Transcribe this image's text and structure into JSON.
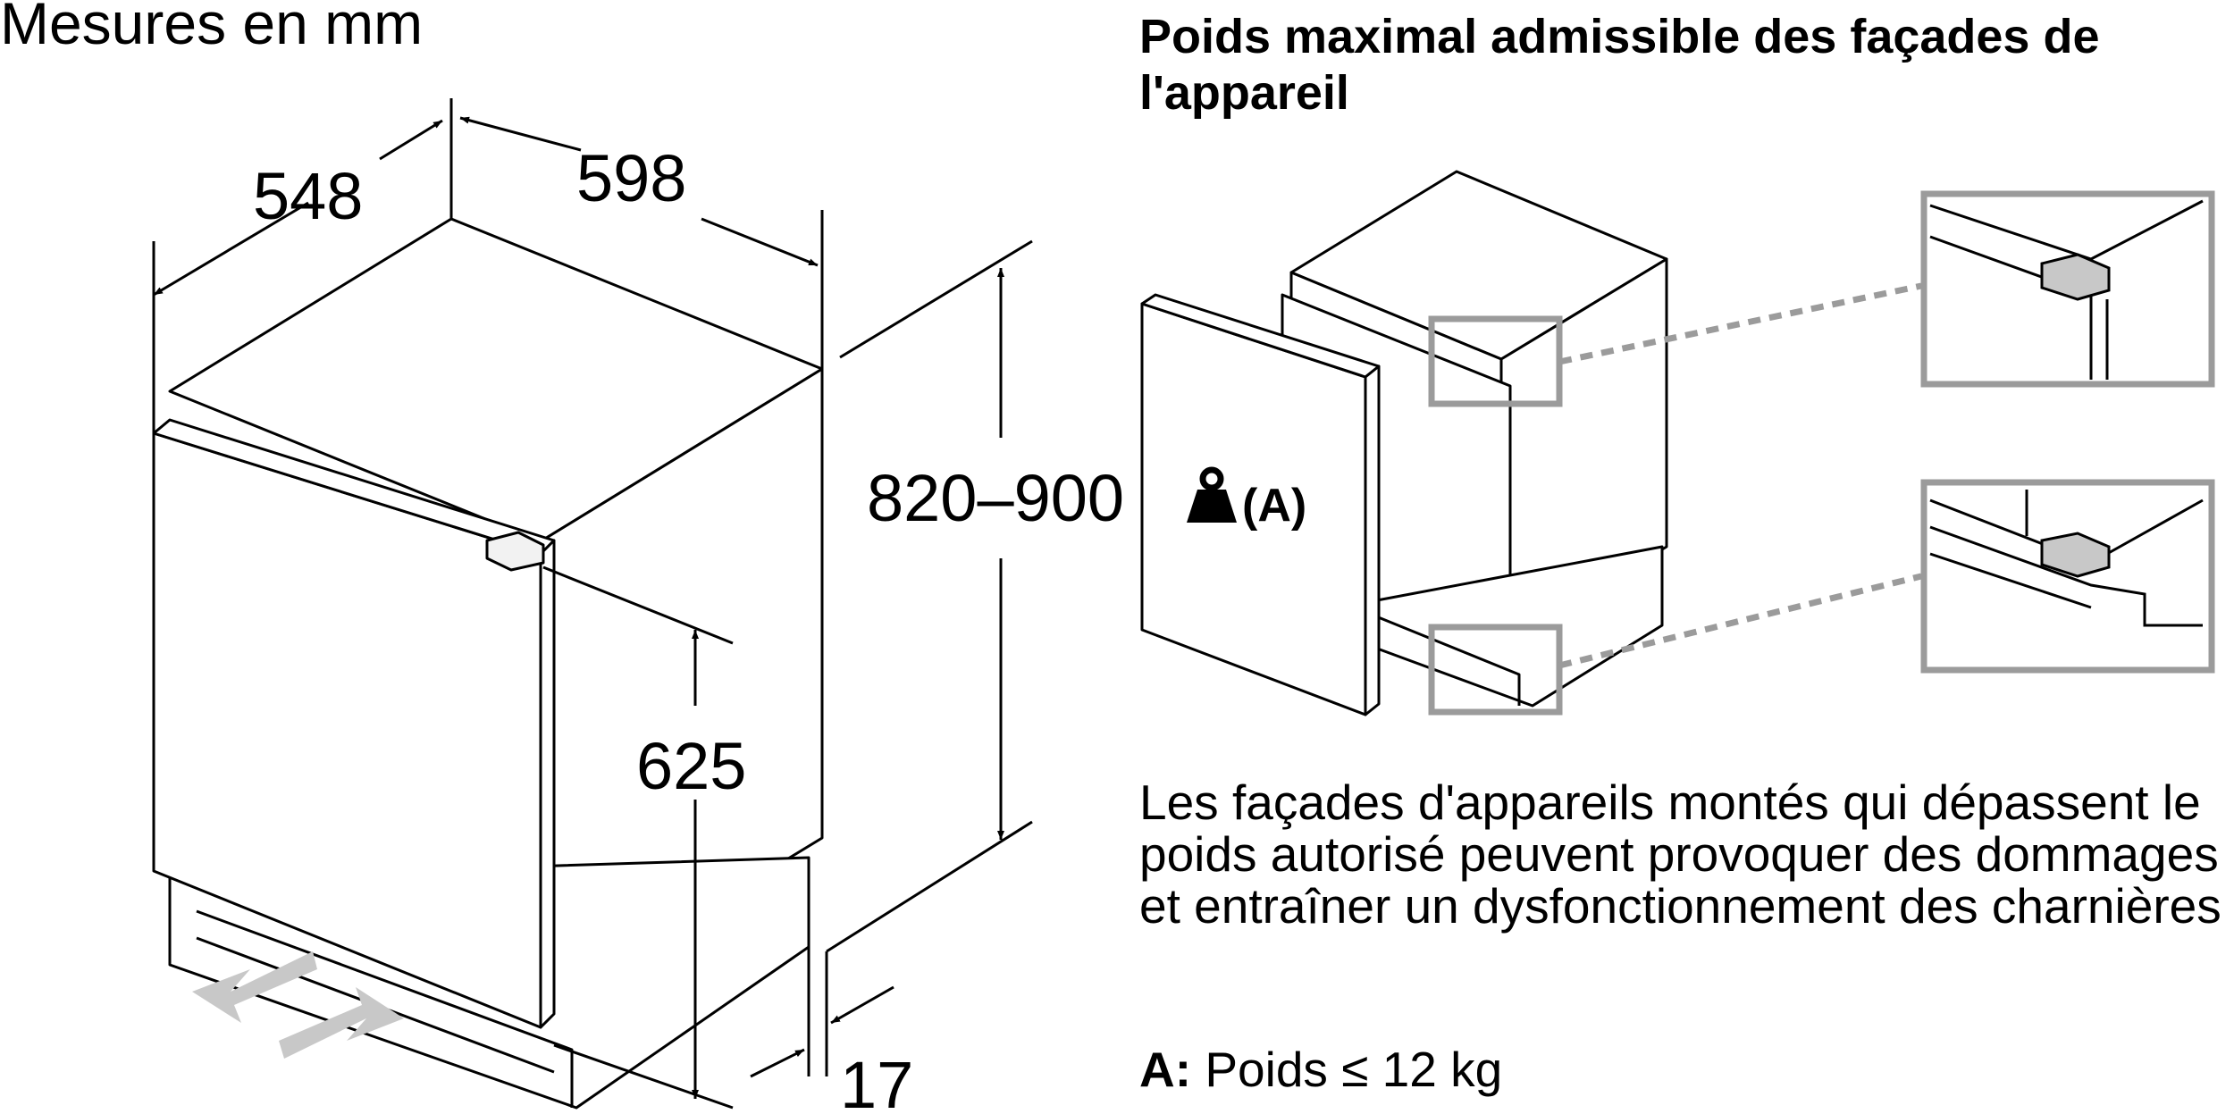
{
  "units_label": "Mesures en mm",
  "dimensions": {
    "depth": "548",
    "width": "598",
    "height_range": "820–900",
    "door_height": "625",
    "offset": "17"
  },
  "weight_section": {
    "heading": "Poids maximal admissible des façades de l'appareil",
    "weight_symbol_label": "(A)",
    "warning": "Les façades d'appareils montés qui dépassent le poids autorisé peuvent provoquer des dommages et entraîner un dysfonctionnement des charnières",
    "note_key": "A:",
    "note_text": " Poids ≤ 12 kg"
  },
  "colors": {
    "line": "#000000",
    "detail_frame": "#9b9b9b",
    "arrow_grey": "#c8c8c8"
  }
}
